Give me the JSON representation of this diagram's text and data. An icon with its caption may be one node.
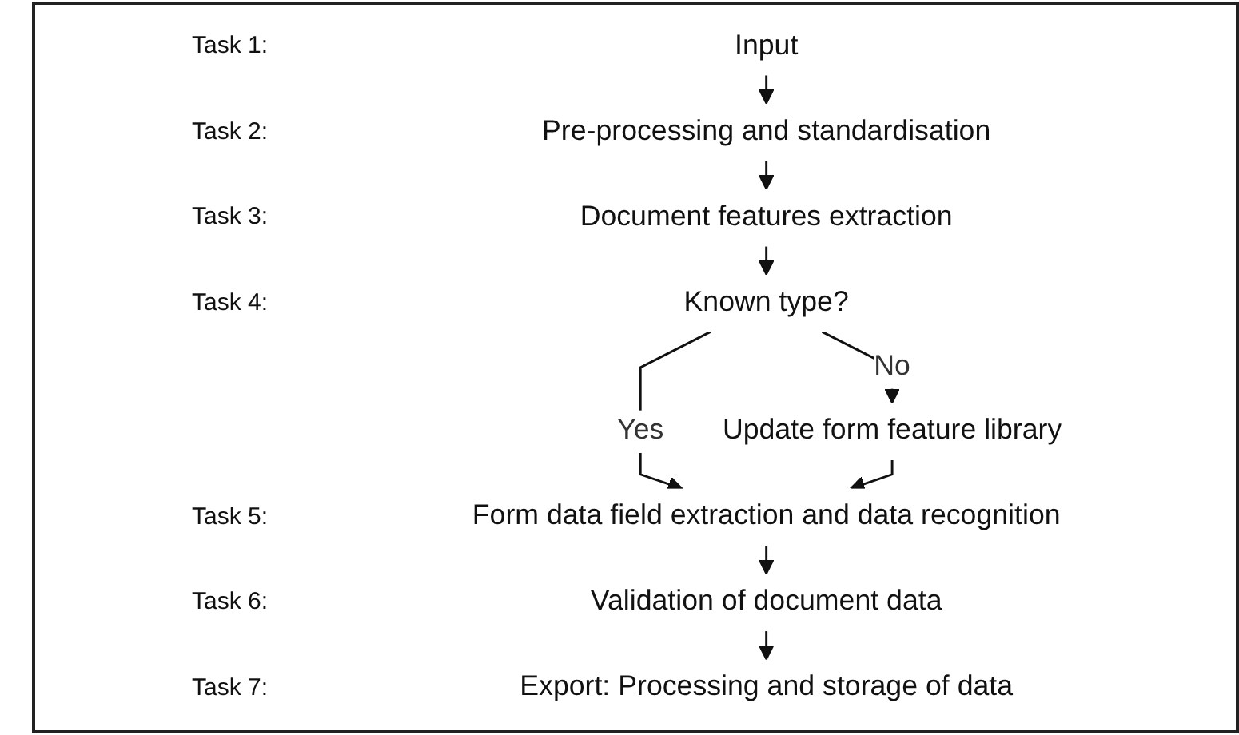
{
  "diagram": {
    "nodes": [
      {
        "text": [
          "Input"
        ]
      },
      {
        "text": [
          "Pre-processing and standardisation"
        ]
      },
      {
        "text": [
          "Document features extraction"
        ]
      },
      {
        "text": [
          "Known type?"
        ]
      },
      {
        "text": [
          "Update form feature library"
        ]
      },
      {
        "text": [
          "Form data field extraction and data recognition"
        ]
      },
      {
        "text": [
          "Validation of document data"
        ]
      },
      {
        "text": [
          "Export: Processing and storage of data"
        ]
      }
    ],
    "edges": [
      {
        "from": 0,
        "to": 1,
        "arrow": "to"
      },
      {
        "from": 1,
        "to": 2,
        "arrow": "to"
      },
      {
        "from": 2,
        "to": 3,
        "arrow": "to"
      },
      {
        "from": 3,
        "to": 4,
        "label": "No",
        "arrow": "to"
      },
      {
        "from": 3,
        "to": 5,
        "label": "Yes",
        "arrow": "to"
      },
      {
        "from": 4,
        "to": 5,
        "arrow": "to"
      },
      {
        "from": 5,
        "to": 6,
        "arrow": "to"
      },
      {
        "from": 6,
        "to": 7,
        "arrow": "to"
      }
    ],
    "labels": [
      "Task 1:",
      "Task 2:",
      "Task 3:",
      "Task 4:",
      "Task 5:",
      "Task 6:",
      "Task 7:"
    ]
  }
}
